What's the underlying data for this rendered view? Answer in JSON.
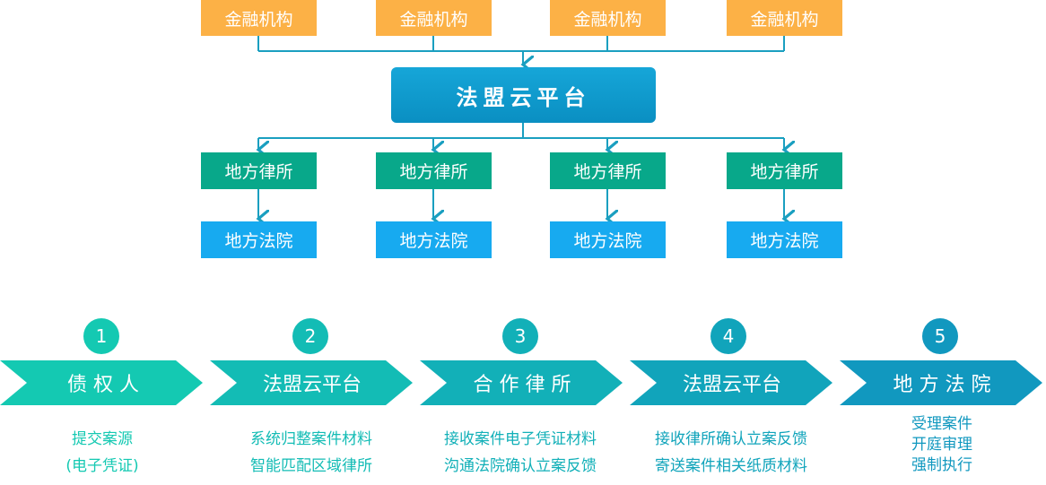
{
  "diagram": {
    "institutions": [
      "金融机构",
      "金融机构",
      "金融机构",
      "金融机构"
    ],
    "platform": "法盟云平台",
    "law_firms": [
      "地方律所",
      "地方律所",
      "地方律所",
      "地方律所"
    ],
    "courts": [
      "地方法院",
      "地方法院",
      "地方法院",
      "地方法院"
    ]
  },
  "process": {
    "steps": [
      {
        "number": "1",
        "label": "债 权 人",
        "desc": [
          "提交案源",
          "(电子凭证)"
        ]
      },
      {
        "number": "2",
        "label": "法盟云平台",
        "desc": [
          "系统归整案件材料",
          "智能匹配区域律所"
        ]
      },
      {
        "number": "3",
        "label": "合 作 律 所",
        "desc": [
          "接收案件电子凭证材料",
          "沟通法院确认立案反馈"
        ]
      },
      {
        "number": "4",
        "label": "法盟云平台",
        "desc": [
          "接收律所确认立案反馈",
          "寄送案件相关纸质材料"
        ]
      },
      {
        "number": "5",
        "label": "地 方 法 院",
        "desc": [
          "受理案件",
          "开庭审理",
          "强制执行"
        ]
      }
    ],
    "colors": [
      "#14c9b2",
      "#13bcb5",
      "#12b0b8",
      "#11a4bb",
      "#1198bf"
    ]
  },
  "colors": {
    "institution": "#fcb146",
    "law_firm": "#08a88a",
    "court": "#17aaf0",
    "platform": "#0a9bcf",
    "connector": "#1a9fc0"
  }
}
